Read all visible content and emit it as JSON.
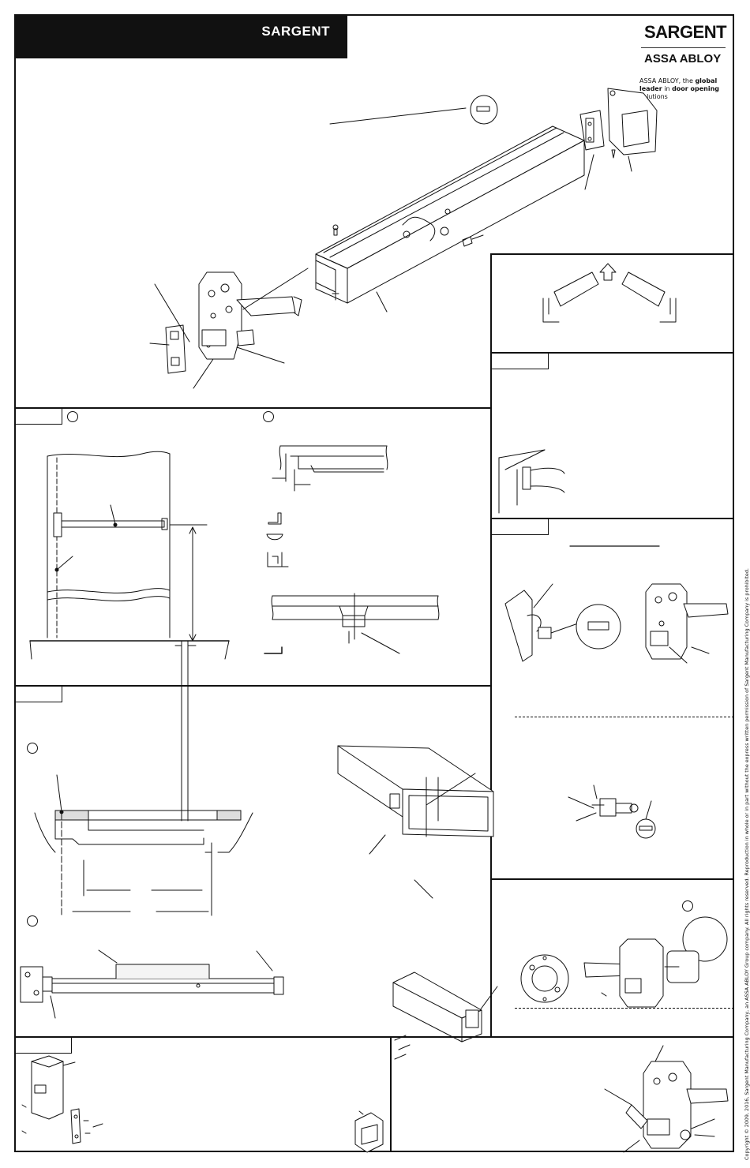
{
  "header": {
    "brand": "SARGENT"
  },
  "logo": {
    "name": "SARGENT",
    "parent": "ASSA ABLOY",
    "tagline_prefix": "ASSA ABLOY, the ",
    "tagline_bold1": "global leader",
    "tagline_mid": " in ",
    "tagline_bold2": "door opening",
    "tagline_suffix": " solutions"
  },
  "copyright": "Copyright © 2009, 2016, Sargent Manufacturing Company, an ASSA ABLOY Group company. All rights reserved. Reproduction in whole or in part without the express written permission of Sargent Manufacturing Company is prohibited.",
  "icons": [
    "thumbturn-cap-icon",
    "end-cap-icon",
    "up-arrow-icon",
    "key-cylinder-icon",
    "screw-icon",
    "knob-icon"
  ],
  "colors": {
    "ink": "#111111",
    "paper": "#ffffff"
  }
}
